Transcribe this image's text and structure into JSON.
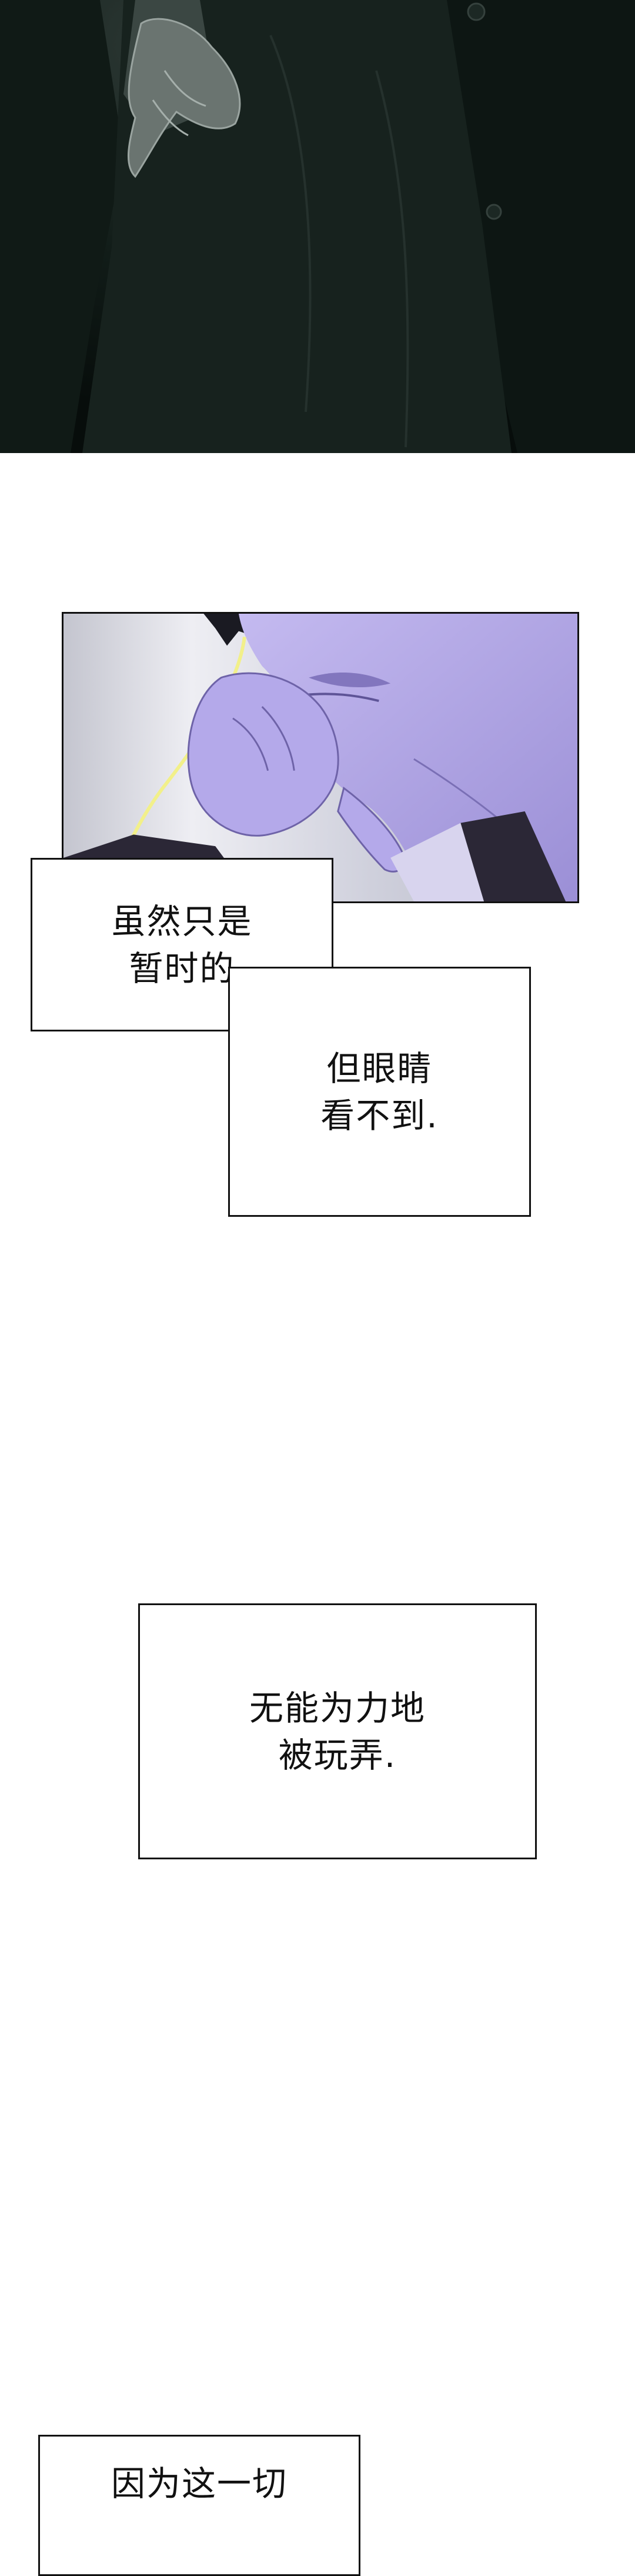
{
  "captions": {
    "c1": "虽然只是\n暂时的",
    "c2": "但眼睛\n看不到.",
    "c3": "无能为力地\n被玩弄.",
    "c4": "因为这一切"
  },
  "colors": {
    "dark_panel_bg": "#0b1512",
    "lavender": "#b3a8e6",
    "lavender_shadow": "#8e82c8",
    "glow": "#f2f08a",
    "border": "#111111",
    "background": "#ffffff"
  }
}
